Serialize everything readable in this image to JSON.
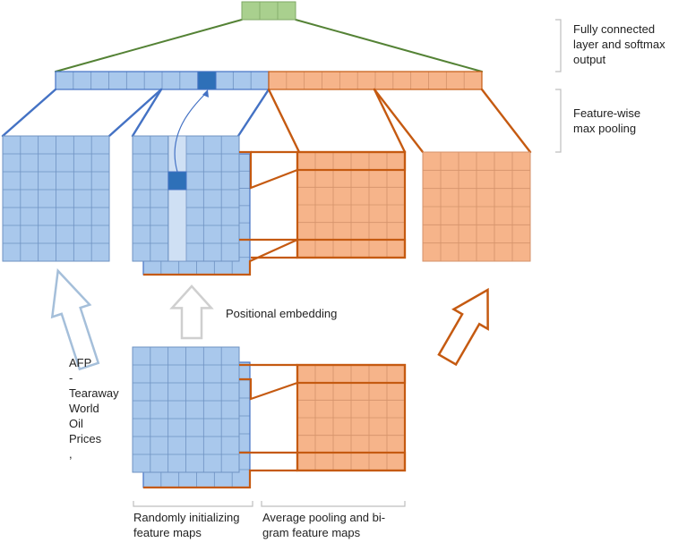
{
  "labels": {
    "fc_output": [
      "Fully connected",
      "layer and softmax",
      "output"
    ],
    "feature_pooling": [
      "Feature-wise",
      "max pooling"
    ],
    "positional_embedding": "Positional embedding",
    "sentence_tokens": [
      "AFP",
      "-",
      "Tearaway",
      "World",
      "Oil",
      "Prices",
      ","
    ],
    "random_init": [
      "Randomly initializing",
      "feature maps"
    ],
    "avg_pool": [
      "Average pooling and bi-",
      "gram feature maps"
    ]
  },
  "colors": {
    "blue_fill": "#a9c8ec",
    "blue_grid": "#6e92c2",
    "blue_dark": "#2e70b8",
    "blue_edge": "#4472c4",
    "orange_fill": "#f6b48a",
    "orange_grid": "#d4926a",
    "orange_edge": "#c55a11",
    "green_fill": "#a9d08e",
    "green_edge": "#548235",
    "bracket_gray": "#bfbfbf"
  },
  "icons": {
    "arrow_left": "hollow-up-arrow-icon",
    "arrow_middle": "hollow-up-arrow-icon",
    "arrow_right": "hollow-up-arrow-icon"
  }
}
